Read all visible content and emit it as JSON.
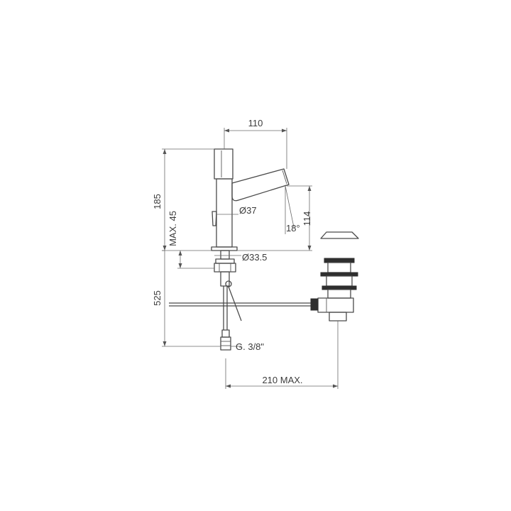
{
  "dimensions": {
    "spout_reach": "110",
    "total_height": "185",
    "max_deck": "MAX. 45",
    "body_diameter": "Ø37",
    "spout_height": "114",
    "spout_angle": "18°",
    "hole_diameter": "Ø33.5",
    "hose_length": "525",
    "connection": "G. 3/8\"",
    "drain_distance": "210 MAX."
  }
}
